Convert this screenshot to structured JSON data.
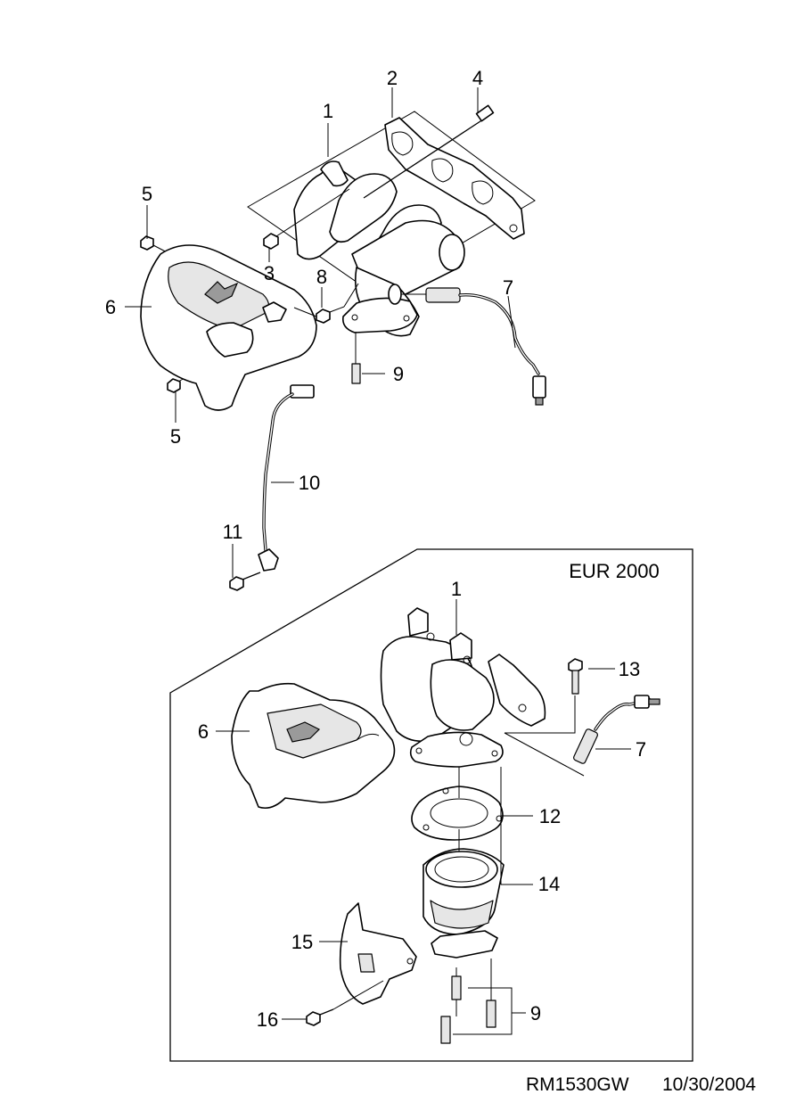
{
  "diagram": {
    "callouts_top": [
      {
        "id": "c1",
        "label": "1"
      },
      {
        "id": "c2",
        "label": "2"
      },
      {
        "id": "c4",
        "label": "4"
      },
      {
        "id": "c5a",
        "label": "5"
      },
      {
        "id": "c3",
        "label": "3"
      },
      {
        "id": "c8",
        "label": "8"
      },
      {
        "id": "c6",
        "label": "6"
      },
      {
        "id": "c7",
        "label": "7"
      },
      {
        "id": "c9",
        "label": "9"
      },
      {
        "id": "c5b",
        "label": "5"
      },
      {
        "id": "c10",
        "label": "10"
      },
      {
        "id": "c11",
        "label": "11"
      }
    ],
    "panel": {
      "title": "EUR 2000",
      "callouts": [
        {
          "id": "p1",
          "label": "1"
        },
        {
          "id": "p13",
          "label": "13"
        },
        {
          "id": "p6",
          "label": "6"
        },
        {
          "id": "p7",
          "label": "7"
        },
        {
          "id": "p12",
          "label": "12"
        },
        {
          "id": "p14",
          "label": "14"
        },
        {
          "id": "p15",
          "label": "15"
        },
        {
          "id": "p9",
          "label": "9"
        },
        {
          "id": "p16",
          "label": "16"
        }
      ]
    },
    "footer": {
      "drawing_id": "RM1530GW",
      "date": "10/30/2004"
    }
  }
}
